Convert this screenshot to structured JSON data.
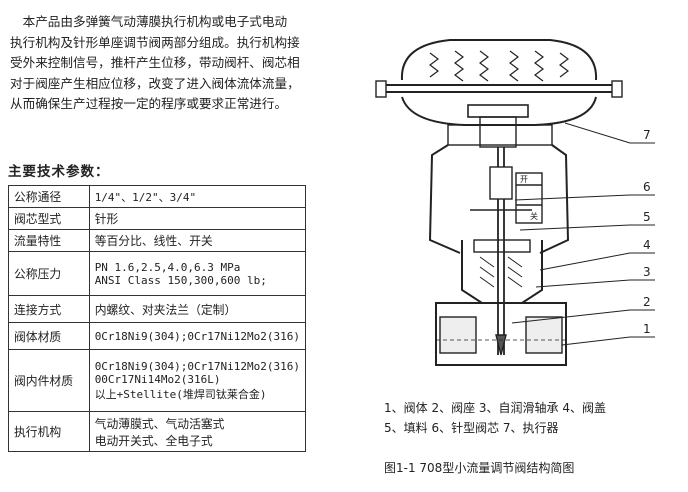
{
  "intro": {
    "lines": [
      "　本产品由多弹簧气动薄膜执行机构或电子式电动",
      "执行机构及针形单座调节阀两部分组成。执行机构接",
      "受外来控制信号，推杆产生位移，带动阀杆、阀芯相",
      "对于阀座产生相应位移，改变了进入阀体流体流量，",
      "从而确保生产过程按一定的程序或要求正常进行。"
    ]
  },
  "params_title": "主要技术参数：",
  "specs": [
    {
      "label": "公称通径",
      "values": [
        "1/4\"、1/2\"、3/4\""
      ]
    },
    {
      "label": "阀芯型式",
      "values": [
        "针形"
      ]
    },
    {
      "label": "流量特性",
      "values": [
        "等百分比、线性、开关"
      ]
    },
    {
      "label": "公称压力",
      "values": [
        "PN 1.6,2.5,4.0,6.3 MPa",
        "ANSI Class 150,300,600 lb;"
      ]
    },
    {
      "label": "连接方式",
      "values": [
        "内螺纹、对夹法兰（定制）"
      ]
    },
    {
      "label": "阀体材质",
      "values": [
        "0Cr18Ni9(304);0Cr17Ni12Mo2(316)"
      ]
    },
    {
      "label": "阀内件材质",
      "values": [
        "0Cr18Ni9(304);0Cr17Ni12Mo2(316)",
        "00Cr17Ni14Mo2(316L)",
        "以上+Stellite(堆焊司钛莱合金)"
      ]
    },
    {
      "label": "执行机构",
      "values": [
        "气动薄膜式、气动活塞式",
        "电动开关式、全电子式"
      ]
    }
  ],
  "diagram": {
    "callouts": [
      "7",
      "6",
      "5",
      "4",
      "3",
      "2",
      "1"
    ],
    "indicator_labels": [
      "开",
      "关"
    ]
  },
  "legend": [
    "1、阀体 2、阀座 3、自润滑轴承 4、阀盖",
    "5、填料 6、针型阀芯 7、执行器"
  ],
  "caption": "图1-1 708型小流量调节阀结构简图"
}
